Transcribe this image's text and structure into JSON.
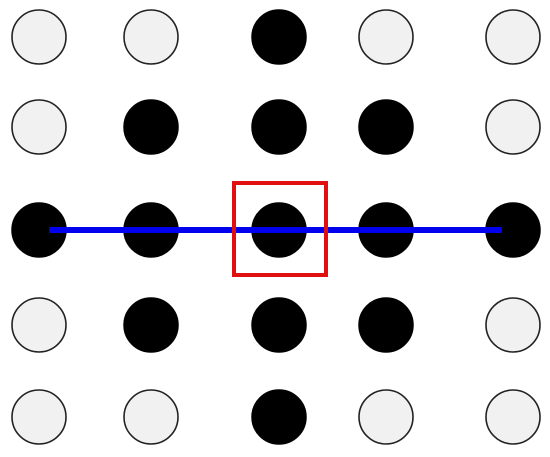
{
  "grid": {
    "rows": 5,
    "cols": 5,
    "cells": [
      [
        "empty",
        "empty",
        "filled",
        "empty",
        "empty"
      ],
      [
        "empty",
        "filled",
        "filled",
        "filled",
        "empty"
      ],
      [
        "filled",
        "filled",
        "filled",
        "filled",
        "filled"
      ],
      [
        "empty",
        "filled",
        "filled",
        "filled",
        "empty"
      ],
      [
        "empty",
        "empty",
        "filled",
        "empty",
        "empty"
      ]
    ]
  },
  "connector": {
    "row": 2,
    "from_col": 0,
    "to_col": 4,
    "color": "#0000ee"
  },
  "highlight": {
    "row": 2,
    "col": 2,
    "color": "#e01010"
  },
  "colors": {
    "filled": "#000000",
    "empty_fill": "#f1f1f1",
    "empty_stroke": "#222222"
  }
}
